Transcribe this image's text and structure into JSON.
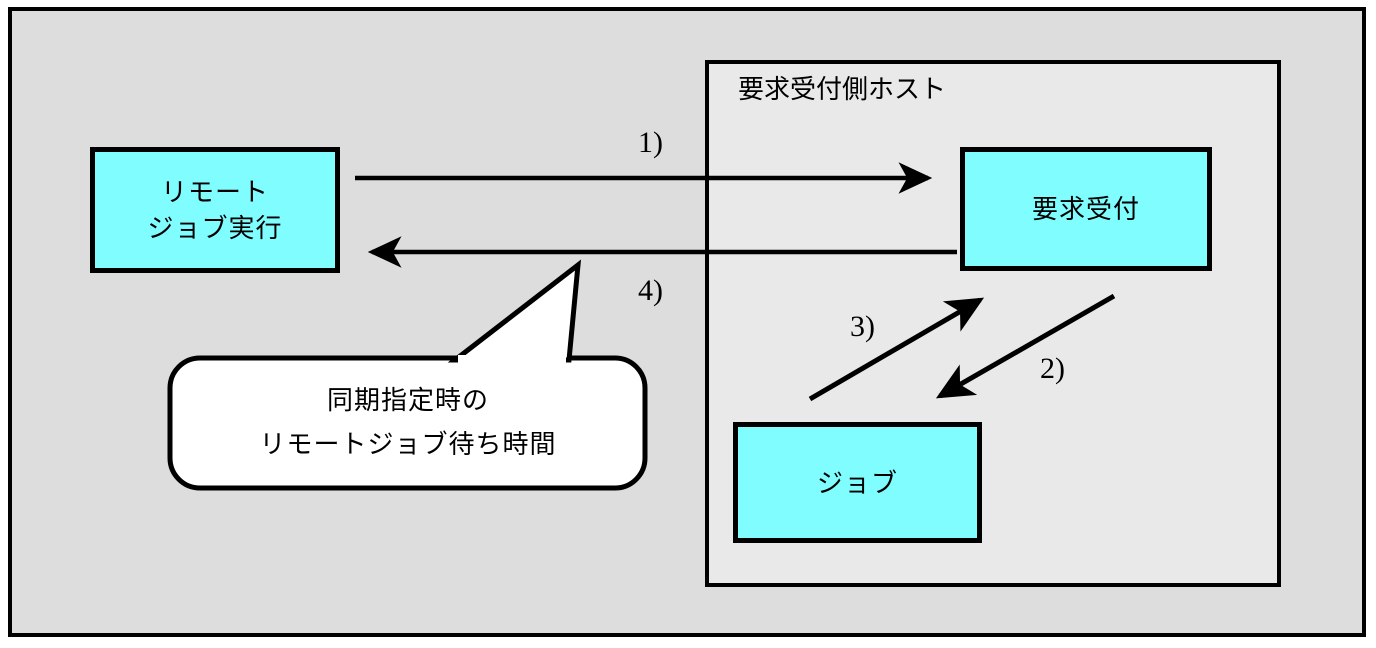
{
  "diagram": {
    "background_color": "#dddddd",
    "frame_border_color": "#000000",
    "node_fill_color": "#7ffdff",
    "host": {
      "label": "要求受付側ホスト",
      "background_color": "#e9e9e9"
    },
    "nodes": [
      {
        "id": "remote-job",
        "line1": "リモート",
        "line2": "ジョブ実行"
      },
      {
        "id": "request-accept",
        "line1": "要求受付",
        "line2": ""
      },
      {
        "id": "job",
        "line1": "ジョブ",
        "line2": ""
      }
    ],
    "steps": [
      {
        "id": "1",
        "label": "1)",
        "direction": "remote-job-to-request-accept"
      },
      {
        "id": "2",
        "label": "2)",
        "direction": "request-accept-to-job"
      },
      {
        "id": "3",
        "label": "3)",
        "direction": "job-to-request-accept"
      },
      {
        "id": "4",
        "label": "4)",
        "direction": "request-accept-to-remote-job"
      }
    ],
    "callout": {
      "line1": "同期指定時の",
      "line2": "リモートジョブ待ち時間",
      "fill_color": "#ffffff",
      "border_color": "#000000"
    }
  }
}
